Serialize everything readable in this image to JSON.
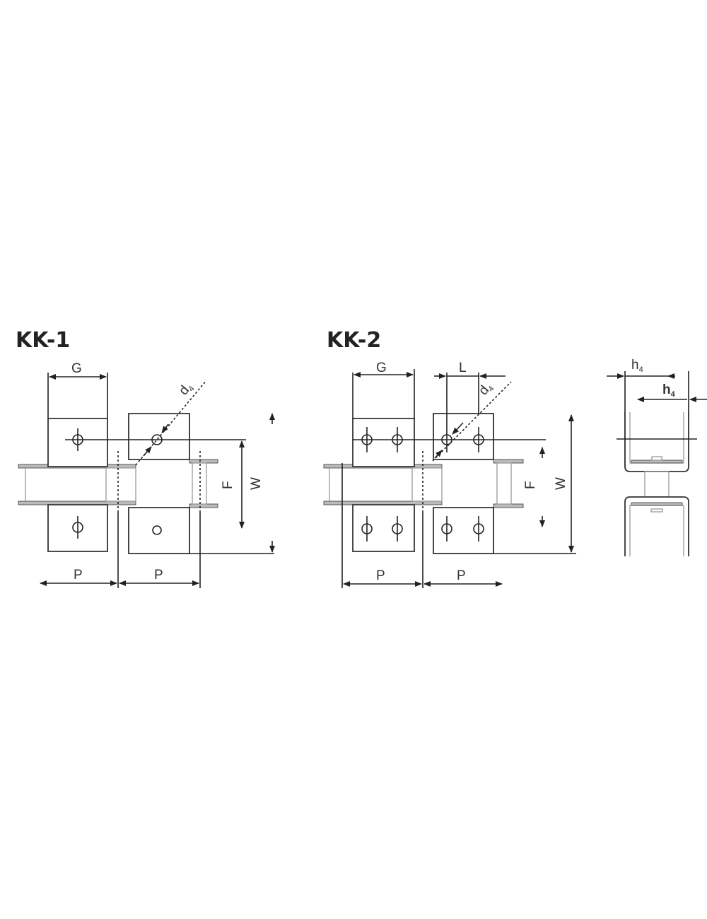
{
  "figures": [
    {
      "title": "KK-1",
      "dims": {
        "G": "G",
        "d": "d",
        "d_sub": "4",
        "F": "F",
        "W": "W",
        "P1": "P",
        "P2": "P"
      }
    },
    {
      "title": "KK-2",
      "dims": {
        "G": "G",
        "L": "L",
        "d": "d",
        "d_sub": "4",
        "F": "F",
        "W": "W",
        "P1": "P",
        "P2": "P"
      }
    },
    {
      "title": "",
      "dims": {
        "h1": "h",
        "h1_sub": "4",
        "h2": "h",
        "h2_sub": "4"
      }
    }
  ]
}
